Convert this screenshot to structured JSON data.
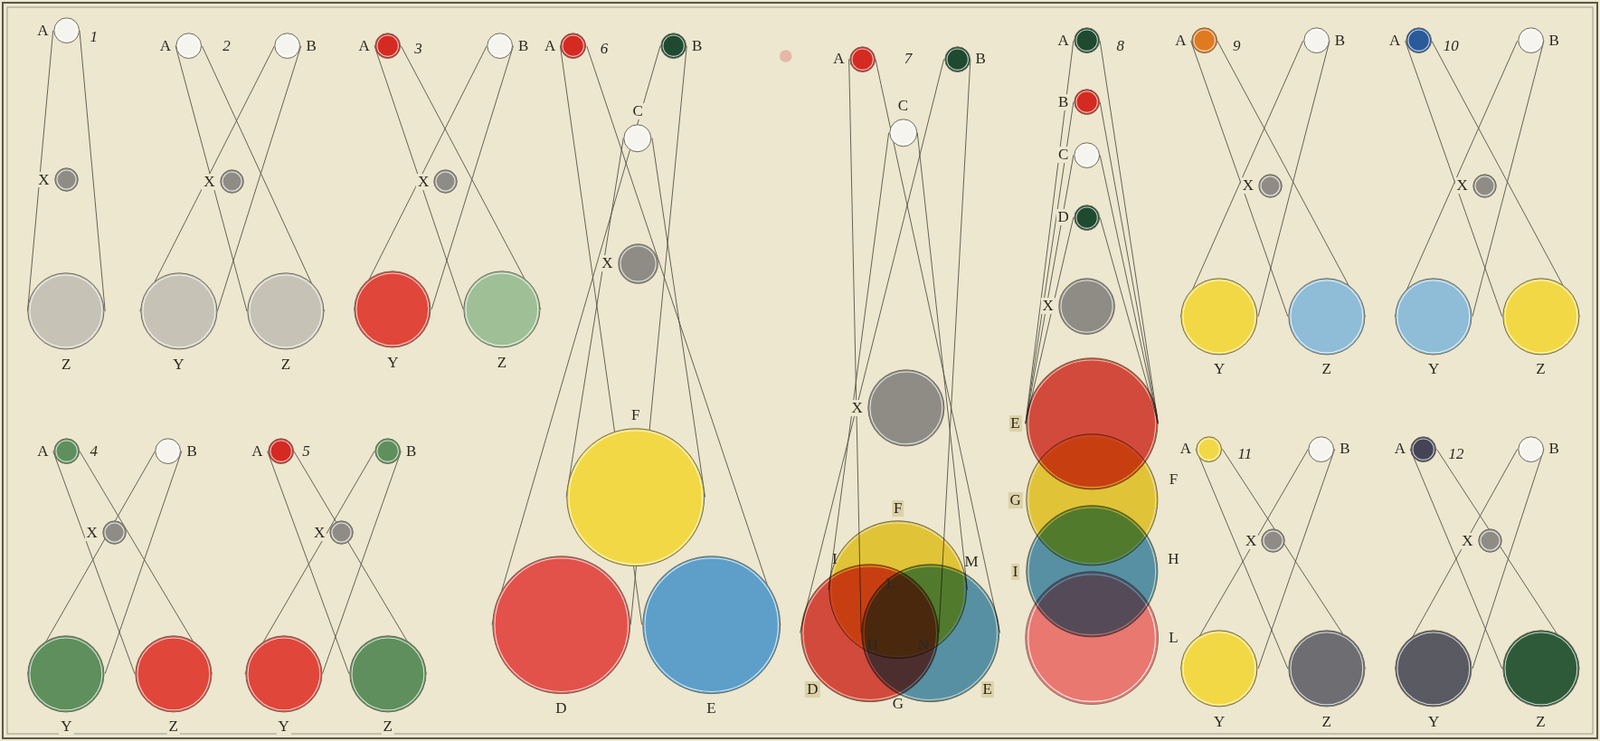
{
  "diagram": {
    "nodes": [
      {
        "text": [
          "A"
        ]
      },
      {
        "text": [
          "X"
        ]
      },
      {
        "text": [
          "Z"
        ]
      },
      {
        "text": [
          "A"
        ]
      },
      {
        "text": [
          "B"
        ]
      },
      {
        "text": [
          "X"
        ]
      },
      {
        "text": [
          "Y"
        ]
      },
      {
        "text": [
          "Z"
        ]
      },
      {
        "text": [
          "A"
        ]
      },
      {
        "text": [
          "B"
        ]
      },
      {
        "text": [
          "X"
        ]
      },
      {
        "text": [
          "Y"
        ]
      },
      {
        "text": [
          "Z"
        ]
      },
      {
        "text": [
          "A"
        ]
      },
      {
        "text": [
          "B"
        ]
      },
      {
        "text": [
          "X"
        ]
      },
      {
        "text": [
          "Y"
        ]
      },
      {
        "text": [
          "Z"
        ]
      },
      {
        "text": [
          "A"
        ]
      },
      {
        "text": [
          "B"
        ]
      },
      {
        "text": [
          "X"
        ]
      },
      {
        "text": [
          "Y"
        ]
      },
      {
        "text": [
          "Z"
        ]
      },
      {
        "text": [
          "A"
        ]
      },
      {
        "text": [
          "B"
        ]
      },
      {
        "text": [
          "C"
        ]
      },
      {
        "text": [
          "X"
        ]
      },
      {
        "text": [
          "F"
        ]
      },
      {
        "text": [
          "D"
        ]
      },
      {
        "text": [
          "E"
        ]
      },
      {
        "text": [
          "A"
        ]
      },
      {
        "text": [
          "B"
        ]
      },
      {
        "text": [
          "C"
        ]
      },
      {
        "text": [
          "X"
        ]
      },
      {
        "text": [
          "F"
        ]
      },
      {
        "text": [
          "D"
        ]
      },
      {
        "text": [
          "E"
        ]
      },
      {
        "text": [
          "A"
        ]
      },
      {
        "text": [
          "B"
        ]
      },
      {
        "text": [
          "C"
        ]
      },
      {
        "text": [
          "D"
        ]
      },
      {
        "text": [
          "X"
        ]
      },
      {
        "text": [
          "E"
        ]
      },
      {
        "text": [
          "G"
        ]
      },
      {
        "text": [
          "I"
        ]
      },
      {
        "text": [
          "A"
        ]
      },
      {
        "text": [
          "B"
        ]
      },
      {
        "text": [
          "X"
        ]
      },
      {
        "text": [
          "Y"
        ]
      },
      {
        "text": [
          "Z"
        ]
      },
      {
        "text": [
          "A"
        ]
      },
      {
        "text": [
          "B"
        ]
      },
      {
        "text": [
          "X"
        ]
      },
      {
        "text": [
          "Y"
        ]
      },
      {
        "text": [
          "Z"
        ]
      },
      {
        "text": [
          "A"
        ]
      },
      {
        "text": [
          "B"
        ]
      },
      {
        "text": [
          "X"
        ]
      },
      {
        "text": [
          "Y"
        ]
      },
      {
        "text": [
          "Z"
        ]
      },
      {
        "text": [
          "A"
        ]
      },
      {
        "text": [
          "B"
        ]
      },
      {
        "text": [
          "X"
        ]
      },
      {
        "text": [
          "Y"
        ]
      },
      {
        "text": [
          "Z"
        ]
      }
    ],
    "labels": [
      "1",
      "2",
      "3",
      "6",
      "7",
      "8",
      "9",
      "10",
      "F",
      "H",
      "4",
      "5",
      "I",
      "M",
      "L",
      "11",
      "12",
      "L",
      "H",
      "N",
      "G"
    ]
  }
}
